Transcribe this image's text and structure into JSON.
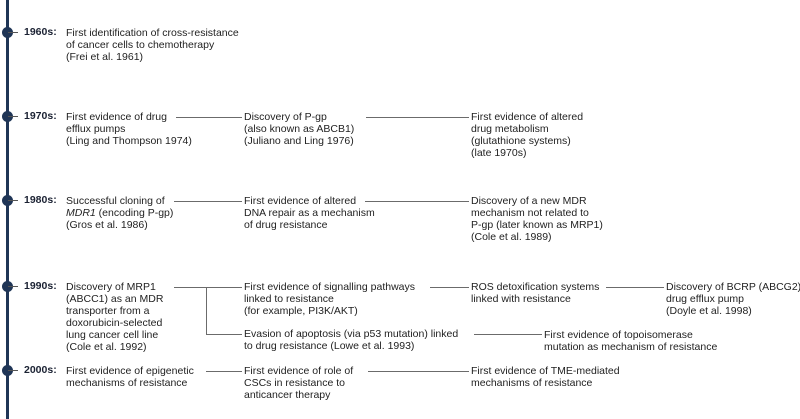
{
  "decades": [
    {
      "id": "1960s",
      "label": "1960s:",
      "events": [
        {
          "lines": [
            "First identification of cross-resistance",
            "of cancer cells to chemotherapy",
            "(Frei et al. 1961)"
          ]
        }
      ]
    },
    {
      "id": "1970s",
      "label": "1970s:",
      "events": [
        {
          "lines": [
            "First evidence of drug",
            "efflux pumps",
            "(Ling and Thompson 1974)"
          ]
        },
        {
          "lines": [
            "Discovery of P-gp",
            "(also known as ABCB1)",
            "(Juliano and Ling 1976)"
          ]
        },
        {
          "lines": [
            "First evidence of altered",
            "drug metabolism",
            "(glutathione systems)",
            "(late 1970s)"
          ]
        }
      ]
    },
    {
      "id": "1980s",
      "label": "1980s:",
      "events": [
        {
          "lines": [
            "Successful cloning of",
            "MDR1 (encoding P-gp)",
            "(Gros et al. 1986)"
          ]
        },
        {
          "lines": [
            "First evidence of altered",
            "DNA repair as a mechanism",
            "of drug resistance"
          ]
        },
        {
          "lines": [
            "Discovery of a new MDR",
            "mechanism not related to",
            "P-gp (later known as MRP1)",
            "(Cole et al. 1989)"
          ]
        }
      ]
    },
    {
      "id": "1990s",
      "label": "1990s:",
      "events": [
        {
          "lines": [
            "Discovery of MRP1",
            "(ABCC1) as an MDR",
            "transporter from a",
            "doxorubicin-selected",
            "lung cancer cell line",
            "(Cole et al. 1992)"
          ]
        },
        {
          "lines": [
            "First evidence of signalling pathways",
            "linked to resistance",
            "(for example, PI3K/AKT)"
          ]
        },
        {
          "lines": [
            "ROS detoxification systems",
            "linked with resistance"
          ]
        },
        {
          "lines": [
            "Discovery of BCRP (ABCG2)",
            "drug efflux pump",
            "(Doyle et al. 1998)"
          ]
        },
        {
          "lines": [
            "Evasion of apoptosis (via p53 mutation) linked",
            "to drug resistance (Lowe et al. 1993)"
          ]
        },
        {
          "lines": [
            "First evidence of topoisomerase",
            "mutation as mechanism of resistance"
          ]
        }
      ]
    },
    {
      "id": "2000s",
      "label": "2000s:",
      "events": [
        {
          "lines": [
            "First evidence of epigenetic",
            "mechanisms of resistance"
          ]
        },
        {
          "lines": [
            "First evidence of role of",
            "CSCs in resistance to",
            "anticancer therapy"
          ]
        },
        {
          "lines": [
            "First evidence of TME-mediated",
            "mechanisms of resistance"
          ]
        }
      ]
    }
  ],
  "colors": {
    "axis": "#1f3556",
    "text": "#222222",
    "connector": "#6b6b6b"
  }
}
